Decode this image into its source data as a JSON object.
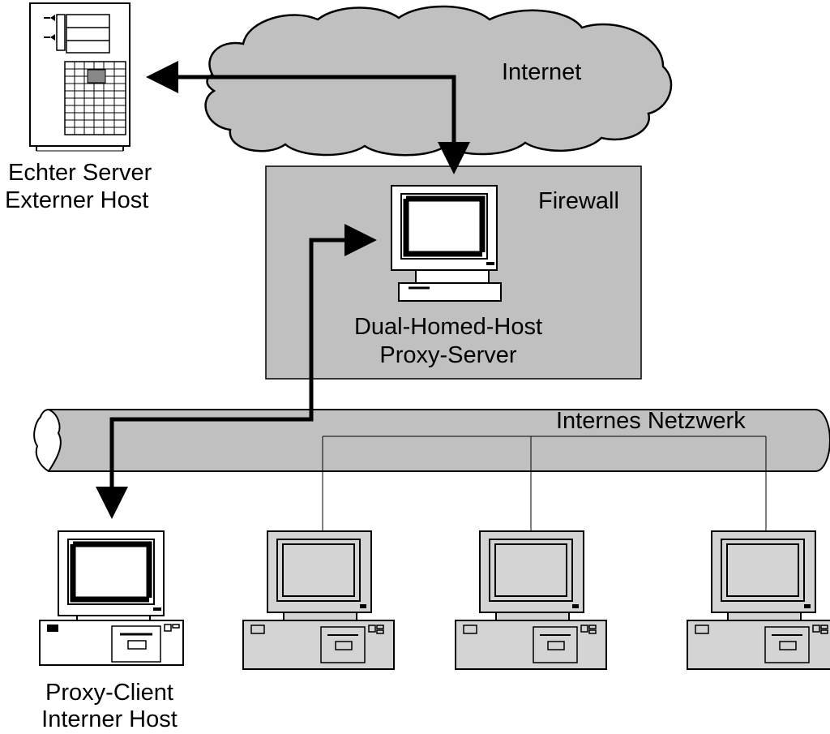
{
  "labels": {
    "internet": "Internet",
    "firewall": "Firewall",
    "external_server_line1": "Echter Server",
    "external_server_line2": "Externer Host",
    "proxy_server_line1": "Dual-Homed-Host",
    "proxy_server_line2": "Proxy-Server",
    "internal_network": "Internes Netzwerk",
    "proxy_client_line1": "Proxy-Client",
    "proxy_client_line2": "Interner Host"
  },
  "colors": {
    "cloud_fill": "#c0c0c0",
    "firewall_fill": "#c0c0c0",
    "pipe_fill": "#c0c0c0",
    "device_fill": "#d4d4d4",
    "line": "#000000"
  },
  "icons": [
    "server-tower-icon",
    "cloud-icon",
    "computer-icon"
  ]
}
